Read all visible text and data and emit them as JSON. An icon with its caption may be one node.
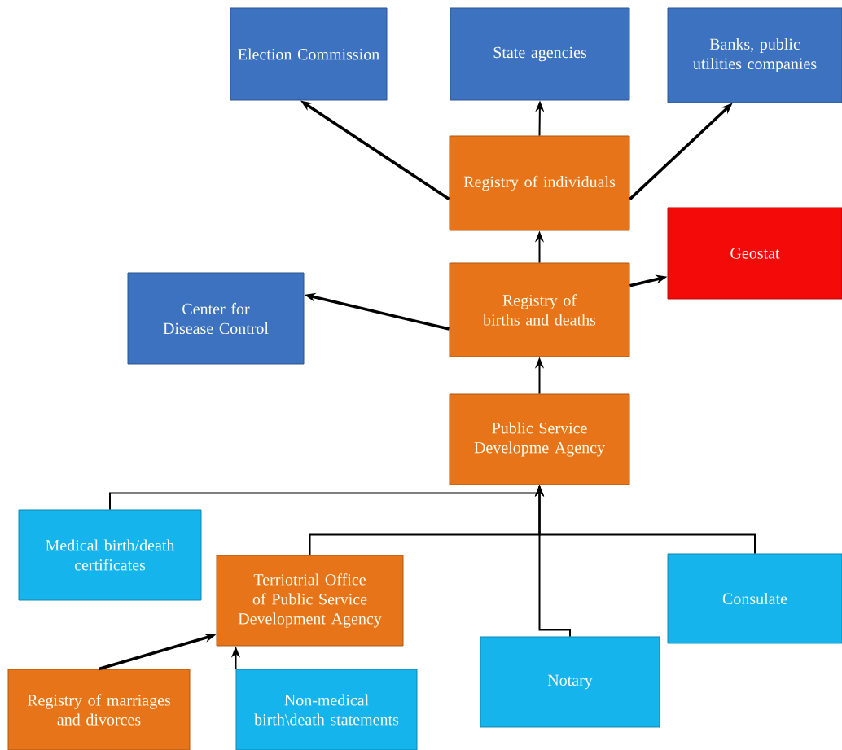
{
  "diagram": {
    "nodes": [
      {
        "text": [
          "Election Commission"
        ]
      },
      {
        "text": [
          "State agencies"
        ]
      },
      {
        "text": [
          "Banks, public utilities companies"
        ]
      },
      {
        "text": [
          "Registry of individuals"
        ]
      },
      {
        "text": [
          "Geostat"
        ]
      },
      {
        "text": [
          "Center for Disease Control"
        ]
      },
      {
        "text": [
          "Registry of births and deaths"
        ]
      },
      {
        "text": [
          "Public Service Developme Agency"
        ]
      },
      {
        "text": [
          "Medical  birth/death certificates"
        ]
      },
      {
        "text": [
          "Terriotrial Office of Public Service Development Agency"
        ]
      },
      {
        "text": [
          "Consulate"
        ]
      },
      {
        "text": [
          "Registry of marriages and divorces"
        ]
      },
      {
        "text": [
          "Non-medical birth\\death statements"
        ]
      },
      {
        "text": [
          "Notary"
        ]
      }
    ],
    "edges": [
      {
        "from": 3,
        "to": 0,
        "arrow": "to",
        "style": "thick"
      },
      {
        "from": 3,
        "to": 1,
        "arrow": "to"
      },
      {
        "from": 3,
        "to": 2,
        "arrow": "to",
        "style": "thick"
      },
      {
        "from": 6,
        "to": 3,
        "arrow": "to"
      },
      {
        "from": 6,
        "to": 5,
        "arrow": "to",
        "style": "thick"
      },
      {
        "from": 6,
        "to": 4,
        "arrow": "to",
        "style": "thick"
      },
      {
        "from": 7,
        "to": 6,
        "arrow": "to"
      },
      {
        "from": 8,
        "to": 7,
        "arrow": "to"
      },
      {
        "from": 9,
        "to": 7,
        "arrow": "to"
      },
      {
        "from": 10,
        "to": 7,
        "arrow": "to"
      },
      {
        "from": 13,
        "to": 7,
        "arrow": "to"
      },
      {
        "from": 11,
        "to": 9,
        "arrow": "to",
        "style": "thick"
      },
      {
        "from": 12,
        "to": 9,
        "arrow": "to"
      }
    ]
  }
}
